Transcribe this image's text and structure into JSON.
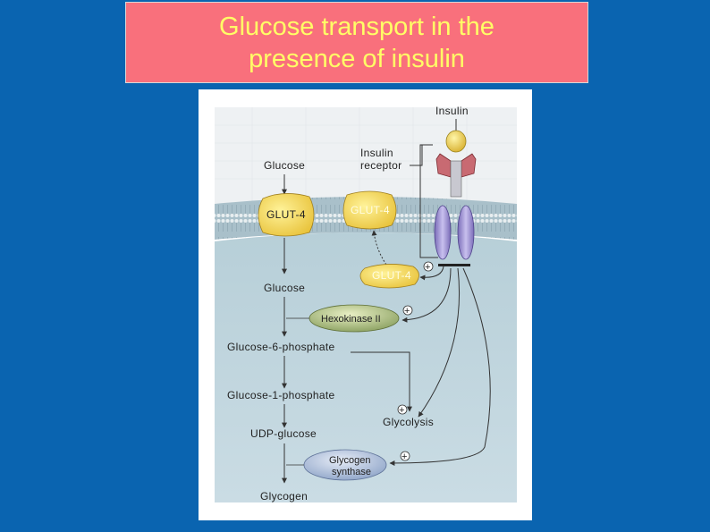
{
  "slide": {
    "title": "Glucose transport  in the\npresence of insulin"
  },
  "figure": {
    "labels": {
      "insulin": "Insulin",
      "insulin_receptor_line1": "Insulin",
      "insulin_receptor_line2": "receptor",
      "glucose_outside": "Glucose",
      "glut4_left": "GLUT-4",
      "glut4_membrane": "GLUT-4",
      "glut4_vesicle": "GLUT-4",
      "glucose_inside": "Glucose",
      "hexokinase": "Hexokinase II",
      "g6p": "Glucose-6-phosphate",
      "g1p": "Glucose-1-phosphate",
      "glycolysis": "Glycolysis",
      "udp_glucose": "UDP-glucose",
      "glycogen_synthase_line1": "Glycogen",
      "glycogen_synthase_line2": "synthase",
      "glycogen": "Glycogen"
    },
    "plus_signs": [
      "+",
      "+",
      "+",
      "+"
    ],
    "colors": {
      "title_bg": "#f9707c",
      "title_text": "#ffff66",
      "background": "#0a64b0",
      "glut4_fill": "#f0d24a",
      "enzyme_fill": "#9aae6a",
      "synthase_fill": "#9aaed0",
      "receptor_fill": "#9a8ad0"
    }
  }
}
